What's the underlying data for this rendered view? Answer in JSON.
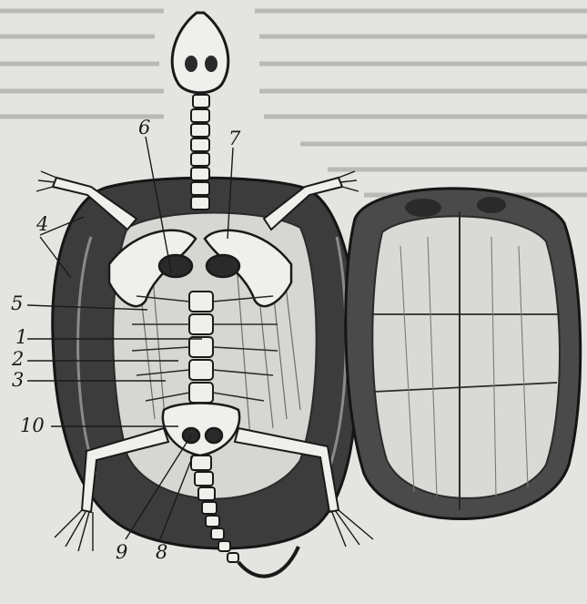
{
  "labels": {
    "l1": "1",
    "l2": "2",
    "l3": "3",
    "l4": "4",
    "l5": "5",
    "l6": "6",
    "l7": "7",
    "l8": "8",
    "l9": "9",
    "l10": "10"
  },
  "colors": {
    "ink": "#1c1c1c",
    "bone": "#f2f2ef",
    "shell_dark": "#3a3a3a",
    "shell_mid": "#6a6a6a",
    "paper": "#e4e4e1"
  }
}
